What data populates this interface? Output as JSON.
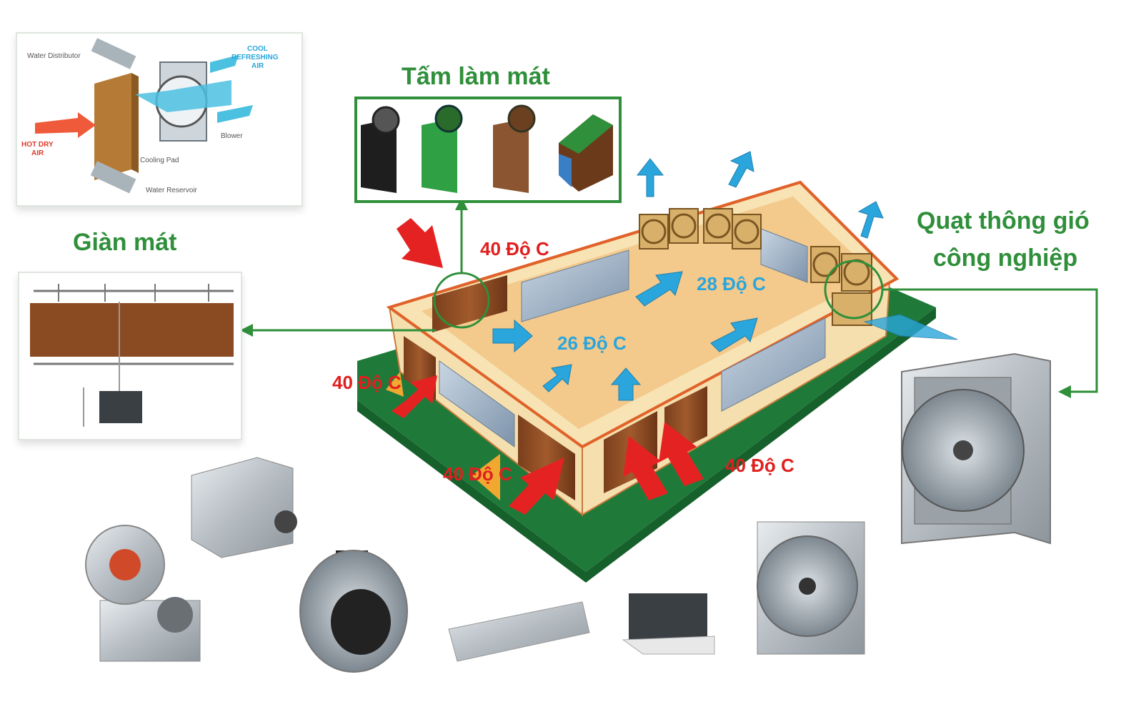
{
  "labels": {
    "tam_lam_mat": "Tấm làm mát",
    "gian_mat": "Giàn mát",
    "quat_line1": "Quạt thông gió",
    "quat_line2": "công nghiệp"
  },
  "temperatures": {
    "outside_top": "40 Độ C",
    "outside_left": "40 Độ C",
    "outside_bottom_left": "40 Độ C",
    "outside_bottom_right": "40 Độ C",
    "inside_center": "26 Độ C",
    "inside_right": "28 Độ C"
  },
  "inset_diagram": {
    "water_distributor": "Water Distributor",
    "cool_air_line1": "COOL",
    "cool_air_line2": "REFRESHING",
    "cool_air_line3": "AIR",
    "hot_air_line1": "HOT DRY",
    "hot_air_line2": "AIR",
    "blower": "Blower",
    "cooling_pad": "Cooling Pad",
    "water_reservoir": "Water Reservoir"
  },
  "colors": {
    "label_green": "#2f8f3a",
    "hot_red": "#e02020",
    "cool_blue": "#2aa6dc",
    "floor": "#f3c98c",
    "base_green": "#1f7a3a",
    "pad_brown": "#8a4a22"
  }
}
